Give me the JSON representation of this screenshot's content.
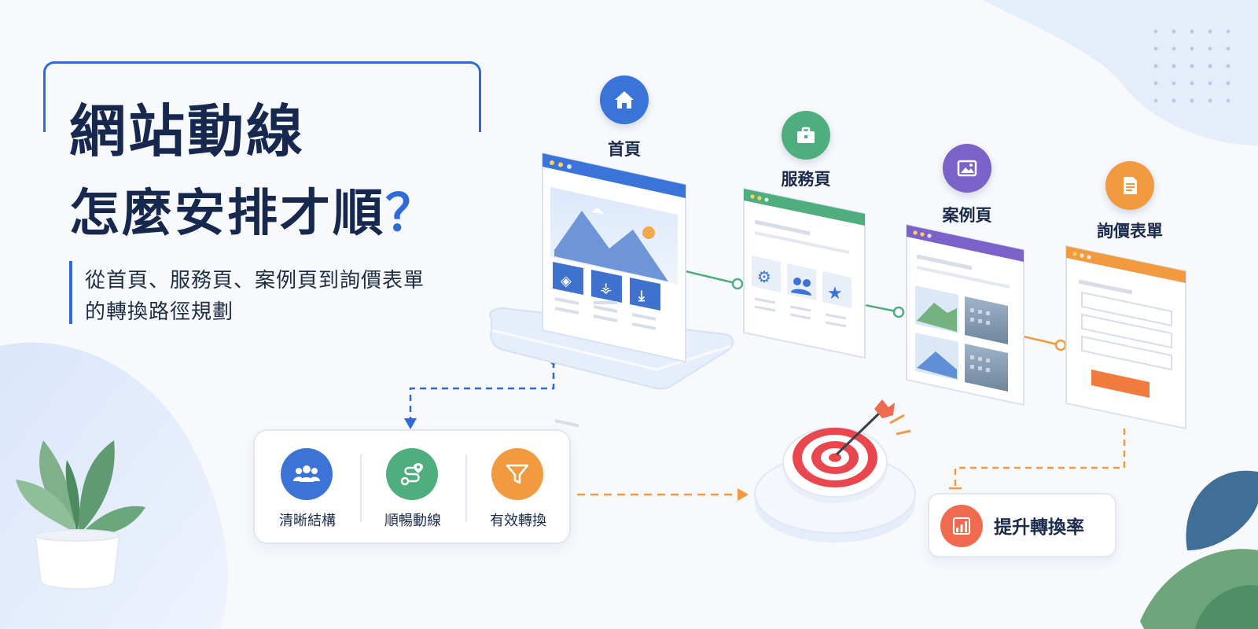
{
  "title": {
    "line1": "網站動線",
    "line2": "怎麼安排才順",
    "line2_mark": "？",
    "subtitle_line1": "從首頁、服務頁、案例頁到詢價表單",
    "subtitle_line2": "的轉換路徑規劃"
  },
  "steps": [
    {
      "label": "首頁",
      "icon": "home-icon",
      "color": "#3a74d9"
    },
    {
      "label": "服務頁",
      "icon": "briefcase-icon",
      "color": "#4fae7e"
    },
    {
      "label": "案例頁",
      "icon": "image-icon",
      "color": "#7b62c9"
    },
    {
      "label": "詢價表單",
      "icon": "document-icon",
      "color": "#f29a3f"
    }
  ],
  "features": [
    {
      "label": "清晰結構",
      "icon": "users-icon",
      "color": "#3d73d6"
    },
    {
      "label": "順暢動線",
      "icon": "route-icon",
      "color": "#4fae7e"
    },
    {
      "label": "有效轉換",
      "icon": "funnel-icon",
      "color": "#f29a3f"
    }
  ],
  "result": {
    "label": "提升轉換率",
    "icon": "bar-chart-icon",
    "color": "#f06a4f"
  },
  "target": {
    "icon": "target-icon"
  },
  "colors": {
    "primary": "#2e6bd9",
    "green": "#4fae7e",
    "purple": "#7b62c9",
    "orange": "#f29a3f",
    "red": "#e9474d"
  }
}
